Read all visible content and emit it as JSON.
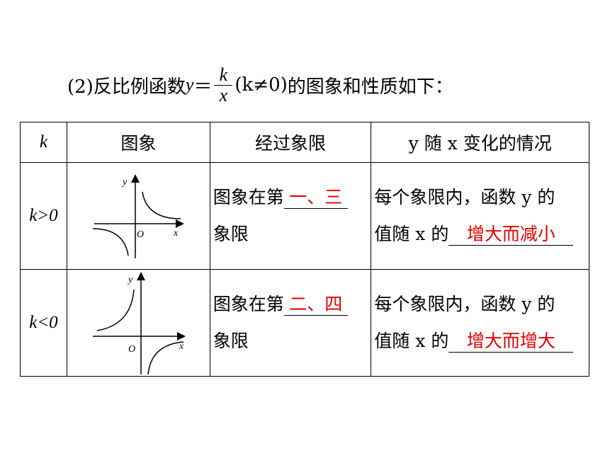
{
  "intro": {
    "prefix": "(2)反比例函数",
    "y": "y",
    "eq": "＝",
    "num": "k",
    "den": "x",
    "cond": "(k≠0)",
    "suffix": "的图象和性质如下："
  },
  "table": {
    "headers": [
      "k",
      "图象",
      "经过象限",
      "y 随 x 变化的情况"
    ],
    "rows": [
      {
        "k": "k>0",
        "graph": {
          "x_label": "x",
          "y_label": "y",
          "origin_label": "O",
          "quadrants": "一、三"
        },
        "quadrant_prefix": "图象在第",
        "quadrant_answer": "一、三",
        "quadrant_suffix": "象限",
        "change_line1": "每个象限内，函数 y 的",
        "change_prefix": "值随 x 的",
        "change_answer": "增大而减小"
      },
      {
        "k": "k<0",
        "graph": {
          "x_label": "x",
          "y_label": "y",
          "origin_label": "O",
          "quadrants": "二、四"
        },
        "quadrant_prefix": "图象在第",
        "quadrant_answer": "二、四",
        "quadrant_suffix": "象限",
        "change_line1": "每个象限内，函数 y 的",
        "change_prefix": "值随 x 的",
        "change_answer": "增大而增大"
      }
    ]
  },
  "colors": {
    "answer": "#e00000",
    "text": "#000000",
    "border": "#000000"
  }
}
